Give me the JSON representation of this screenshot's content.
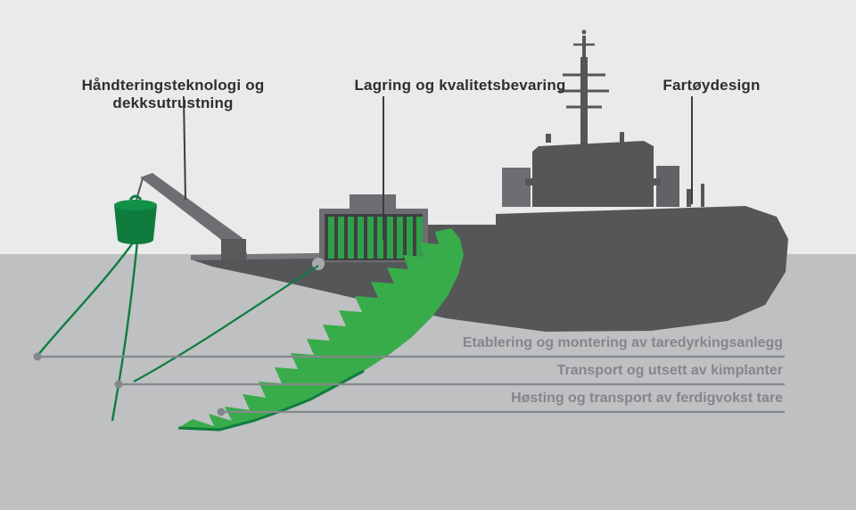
{
  "scene": {
    "colors": {
      "sky": "#e9eaea",
      "water": "#bec0c2",
      "ship_dark": "#555658",
      "ship_mid": "#6d6e71",
      "kelp_green": "#38ac4b",
      "kelp_edge_green": "#0f7c3e",
      "buoy_green": "#0f7c3e",
      "rope_green": "#0e7d3f",
      "callout_dark": "#2e2e30",
      "callout_gray": "#84868a"
    }
  },
  "callouts_top": [
    {
      "label": "Håndteringsteknologi og dekksutrustning"
    },
    {
      "label": "Lagring og kvalitetsbevaring"
    },
    {
      "label": "Fartøydesign"
    }
  ],
  "callouts_process": [
    {
      "label": "Etablering og montering av taredyrkingsanlegg"
    },
    {
      "label": "Transport og utsett av kimplanter"
    },
    {
      "label": "Høsting og transport av ferdigvokst tare"
    }
  ]
}
